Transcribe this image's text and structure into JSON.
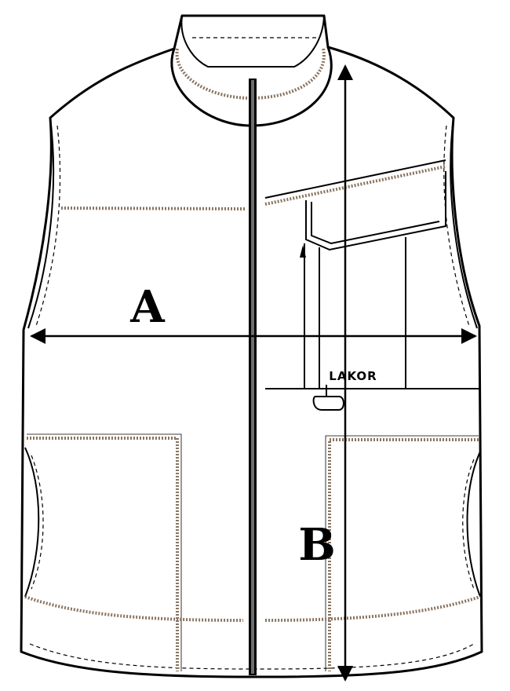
{
  "diagram": {
    "label_a": "A",
    "label_b": "B",
    "brand_label": "LAKOR"
  },
  "colors": {
    "outline": "#000000",
    "stitching": "#8a7460",
    "zipper_tape": "#6e6e6e",
    "background": "#ffffff"
  },
  "icons": [
    "arrow-head-icon",
    "d-ring-icon",
    "zipper-pull-icon"
  ]
}
